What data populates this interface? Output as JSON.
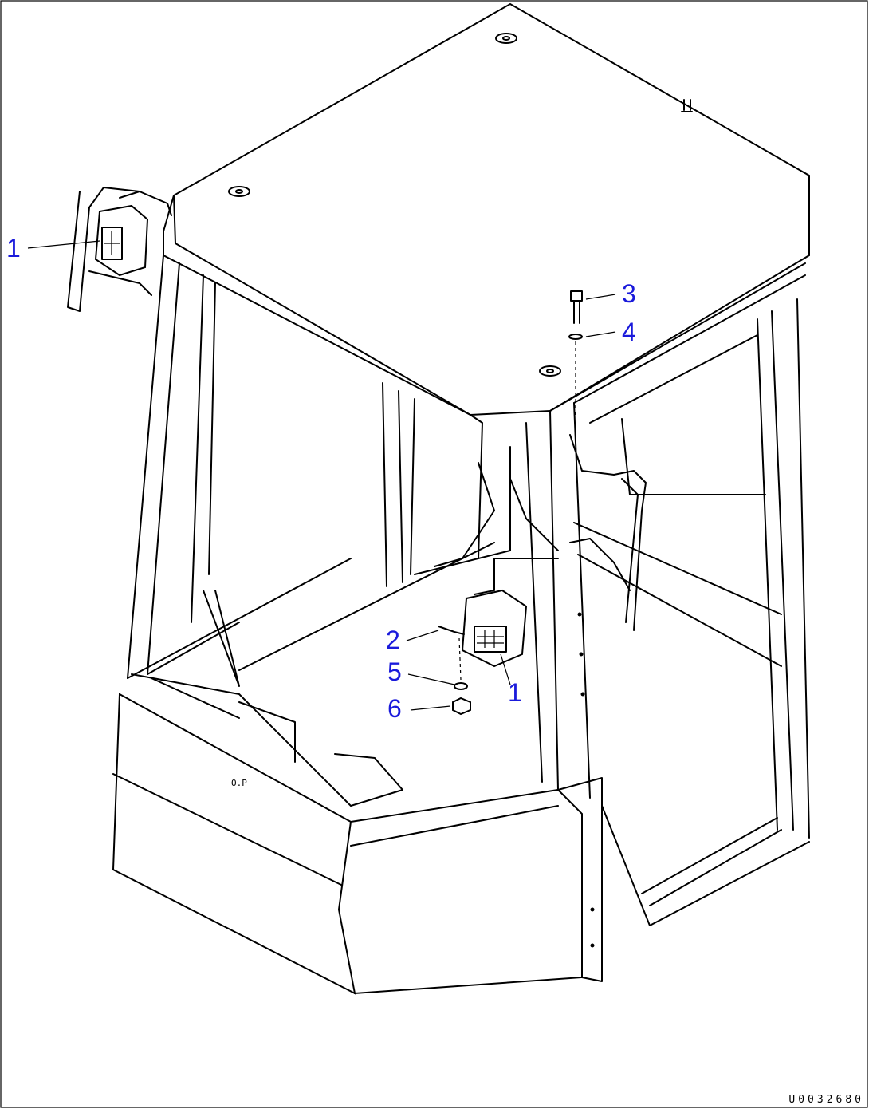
{
  "callouts": {
    "lamp_left": "1",
    "lamp_right": "1",
    "p2": "2",
    "p3": "3",
    "p4": "4",
    "p5": "5",
    "p6": "6"
  },
  "cab_mark": "O.P",
  "drawing_id": "U0032680",
  "colors": {
    "callout": "#1a1adb",
    "line": "#000000",
    "background": "#ffffff"
  }
}
